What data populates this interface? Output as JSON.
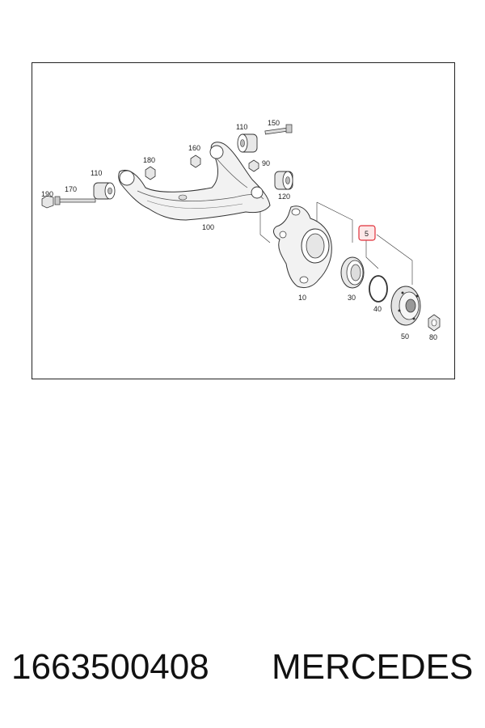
{
  "diagram": {
    "labels": {
      "l190": "190",
      "l170": "170",
      "l110a": "110",
      "l180": "180",
      "l160": "160",
      "l110b": "110",
      "l150": "150",
      "l90": "90",
      "l120": "120",
      "l100": "100",
      "l10": "10",
      "l30": "30",
      "l5": "5",
      "l40": "40",
      "l50": "50",
      "l80": "80"
    },
    "highlight_color": "#e0303a"
  },
  "footer": {
    "part_number": "1663500408",
    "brand": "MERCEDES"
  }
}
